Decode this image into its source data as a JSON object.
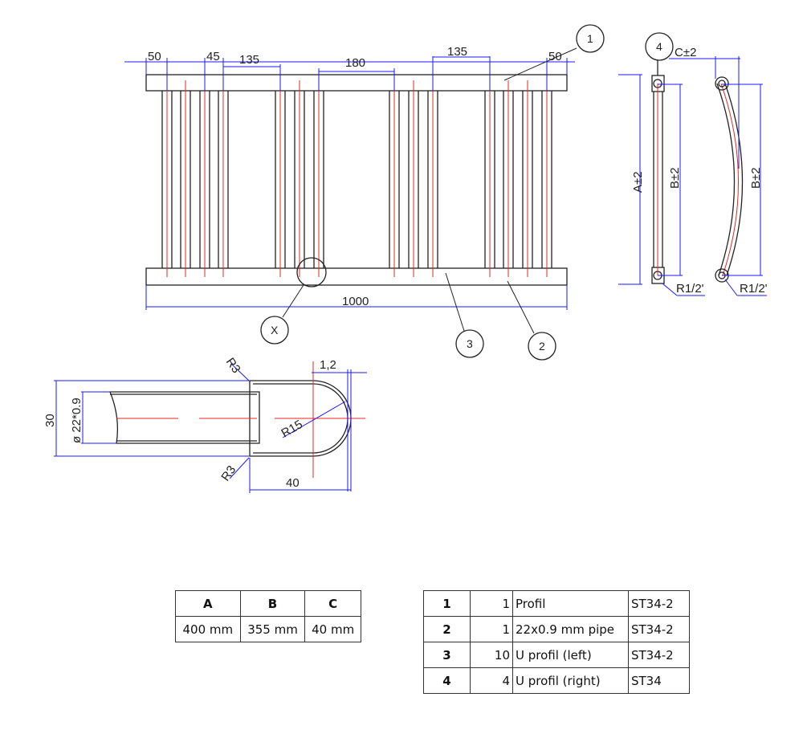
{
  "front_view": {
    "top_dims": [
      "50",
      "45",
      "135",
      "180",
      "135",
      "50"
    ],
    "overall_width": "1000",
    "balloons": {
      "profile": "1",
      "pipe": "2",
      "u_left": "3",
      "u_right": "4",
      "detail": "X"
    }
  },
  "side_view": {
    "a_dim": "A±2",
    "b_dim": "B±2",
    "c_dim": "C±2",
    "radius": "R1/2'"
  },
  "detail_x": {
    "height": "30",
    "pipe_dia": "ø 22*0.9",
    "radius_r3_top": "R3",
    "radius_r3_bottom": "R3",
    "radius_r15": "R15",
    "thickness": "1,2",
    "length": "40"
  },
  "dims_table": {
    "headers": [
      "A",
      "B",
      "C"
    ],
    "values": [
      "400 mm",
      "355 mm",
      "40 mm"
    ]
  },
  "parts_table": [
    {
      "no": "1",
      "qty": "1",
      "name": "Profil",
      "material": "ST34-2"
    },
    {
      "no": "2",
      "qty": "1",
      "name": "22x0.9 mm pipe",
      "material": "ST34-2"
    },
    {
      "no": "3",
      "qty": "10",
      "name": "U profil (left)",
      "material": "ST34-2"
    },
    {
      "no": "4",
      "qty": "4",
      "name": "U profil (right)",
      "material": "ST34"
    }
  ]
}
